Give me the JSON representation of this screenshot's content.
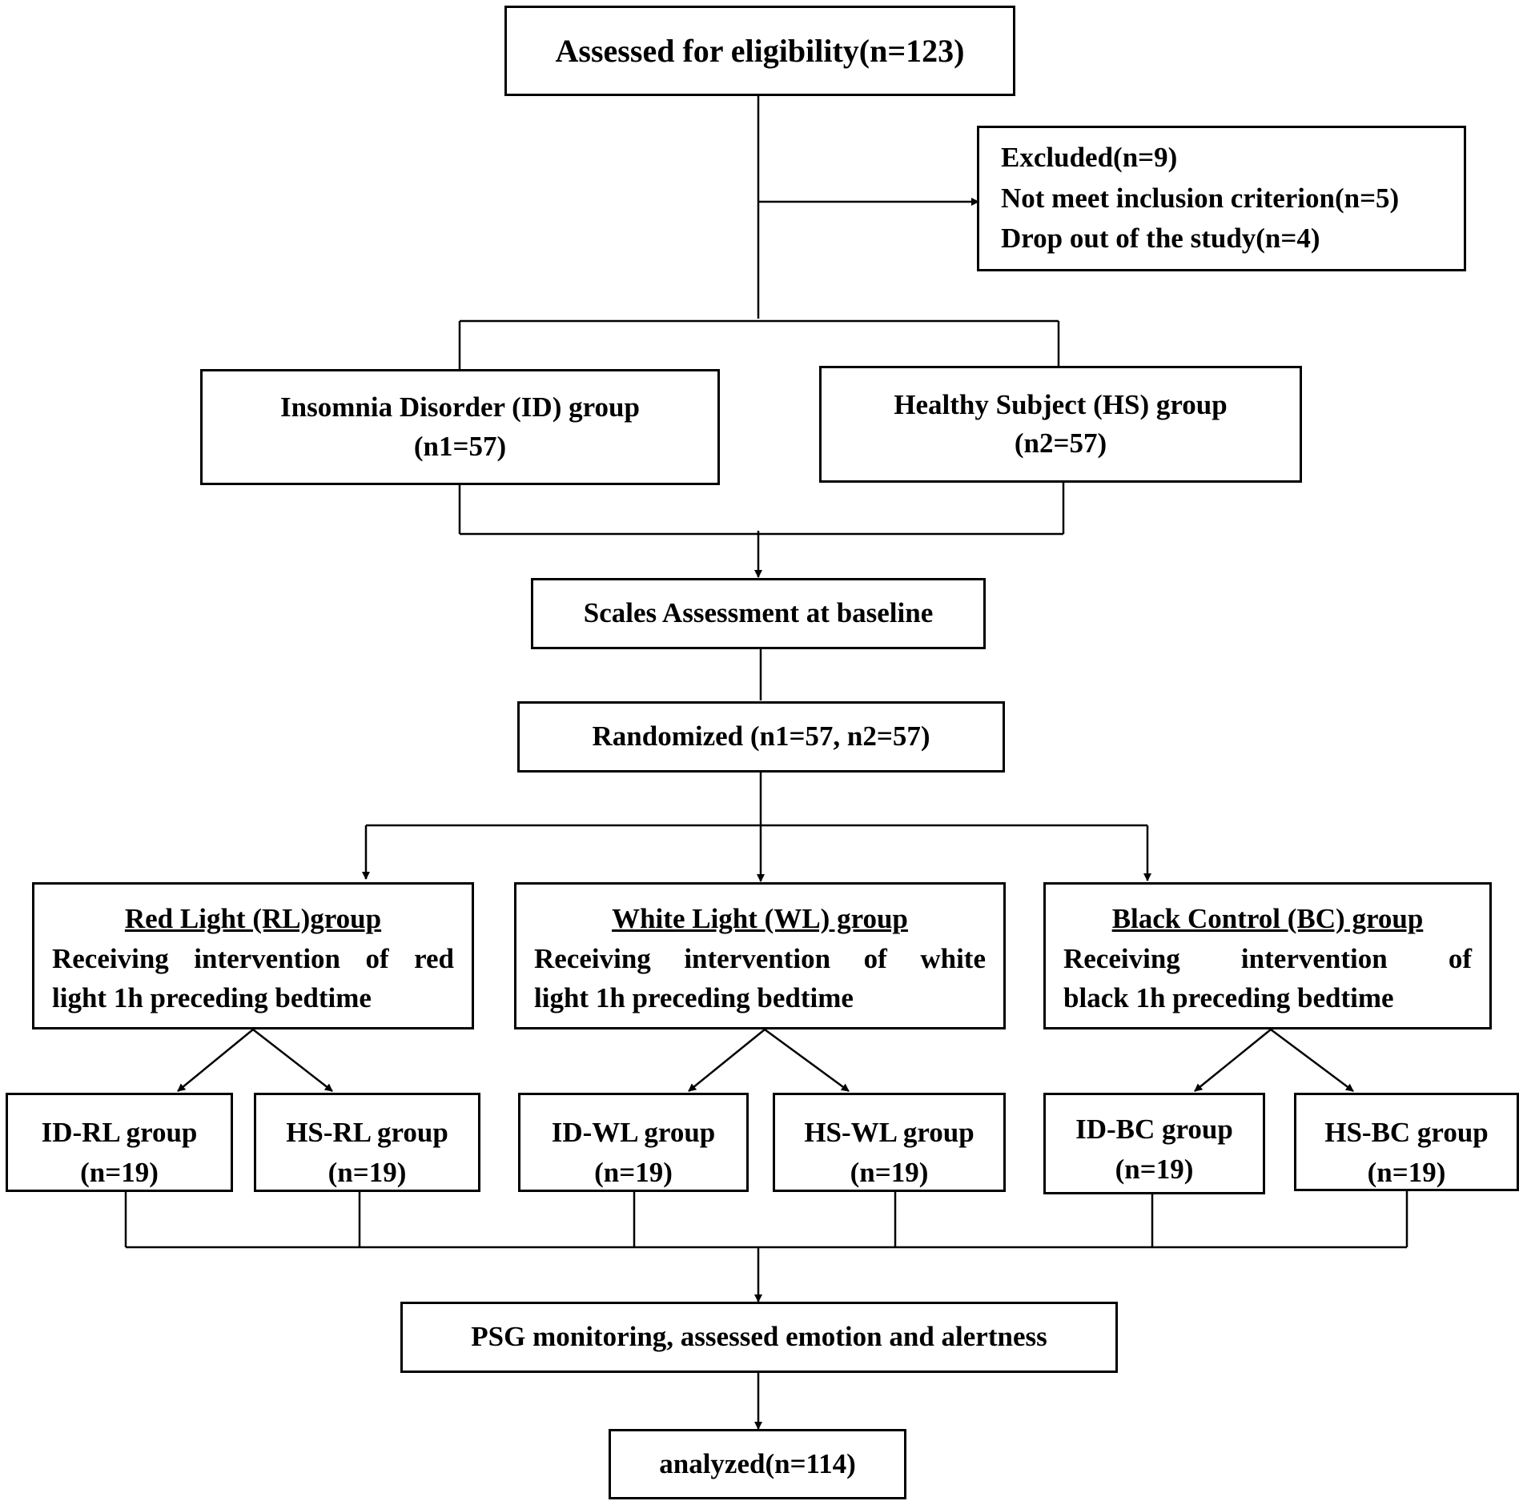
{
  "eligibility": {
    "label": "Assessed for eligibility(n=123)"
  },
  "excluded": {
    "line1": "Excluded(n=9)",
    "line2": "Not meet inclusion criterion(n=5)",
    "line3": "Drop out of the study(n=4)"
  },
  "id_group": {
    "line1": "Insomnia Disorder (ID) group",
    "line2": "(n1=57)"
  },
  "hs_group": {
    "line1": "Healthy Subject (HS) group",
    "line2": "(n2=57)"
  },
  "scales": {
    "label": "Scales Assessment at baseline"
  },
  "randomized": {
    "label": "Randomized (n1=57, n2=57)"
  },
  "rl_group": {
    "title": "Red Light (RL)group",
    "desc_line1": "Receiving intervention of red",
    "desc_line2": "light 1h preceding bedtime"
  },
  "wl_group": {
    "title": "White Light (WL) group",
    "desc_line1": "Receiving intervention of white",
    "desc_line2": "light 1h preceding bedtime"
  },
  "bc_group": {
    "title": "Black Control (BC) group",
    "desc_line1": "Receiving intervention of",
    "desc_line2": "black 1h preceding bedtime"
  },
  "subgroups": {
    "id_rl": {
      "label": "ID-RL group",
      "n": "(n=19)"
    },
    "hs_rl": {
      "label": "HS-RL group",
      "n": "(n=19)"
    },
    "id_wl": {
      "label": "ID-WL group",
      "n": "(n=19)"
    },
    "hs_wl": {
      "label": "HS-WL group",
      "n": "(n=19)"
    },
    "id_bc": {
      "label": "ID-BC group",
      "n": "(n=19)"
    },
    "hs_bc": {
      "label": "HS-BC group",
      "n": "(n=19)"
    }
  },
  "psg": {
    "label": "PSG monitoring, assessed emotion and alertness"
  },
  "analyzed": {
    "label": "analyzed(n=114)"
  }
}
